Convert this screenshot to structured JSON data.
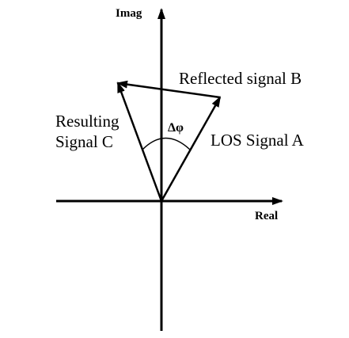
{
  "axes": {
    "vertical_label": "Imag",
    "horizontal_label": "Real"
  },
  "vectors": {
    "reflected": {
      "label": "Reflected signal B"
    },
    "los": {
      "label": "LOS Signal A"
    },
    "resulting": {
      "label_line1": "Resulting",
      "label_line2": "Signal C"
    }
  },
  "angle": {
    "label": "Δφ"
  },
  "colors": {
    "stroke": "#000000",
    "background": "#ffffff"
  }
}
